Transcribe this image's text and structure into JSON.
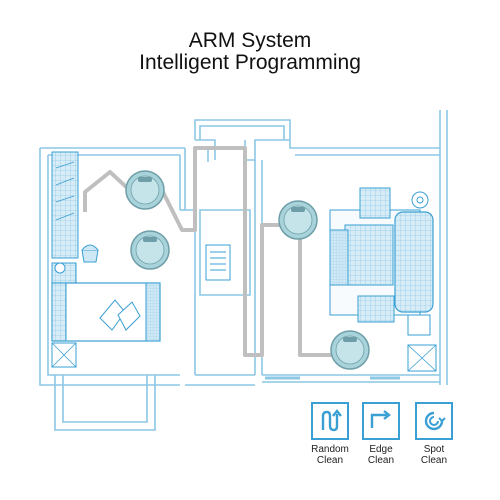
{
  "header": {
    "title_line1": "ARM System",
    "title_line2": "Intelligent Programming"
  },
  "modes": [
    {
      "line1": "Random",
      "line2": "Clean",
      "icon": "random-path-icon"
    },
    {
      "line1": "Edge",
      "line2": "Clean",
      "icon": "edge-path-icon"
    },
    {
      "line1": "Spot",
      "line2": "Clean",
      "icon": "spiral-path-icon"
    }
  ],
  "colors": {
    "wall": "#8cc7e6",
    "path": "#bfbfbf",
    "robot": "#a9d3db",
    "icon_accent": "#3a9fd3"
  }
}
